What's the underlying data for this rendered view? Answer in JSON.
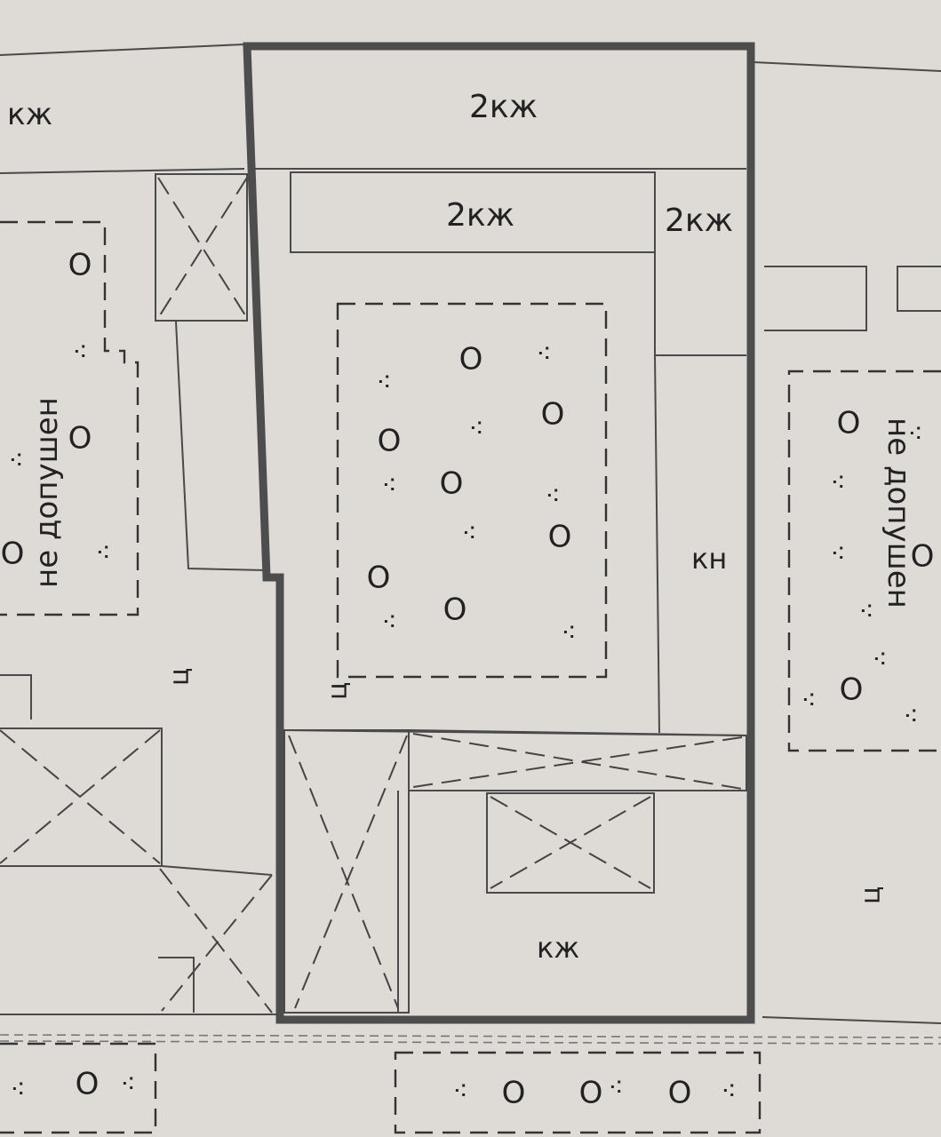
{
  "labels": {
    "kzh": "кж",
    "two_kzh": "2кж",
    "kn": "кн",
    "ts": "ц",
    "ne_dopuschen": "не допушен"
  },
  "symbols": {
    "circle": "O",
    "vine": "⁖"
  },
  "colors": {
    "paper": "#dedad5",
    "ink": "#333333",
    "thick_border": "#4d4d4d"
  }
}
